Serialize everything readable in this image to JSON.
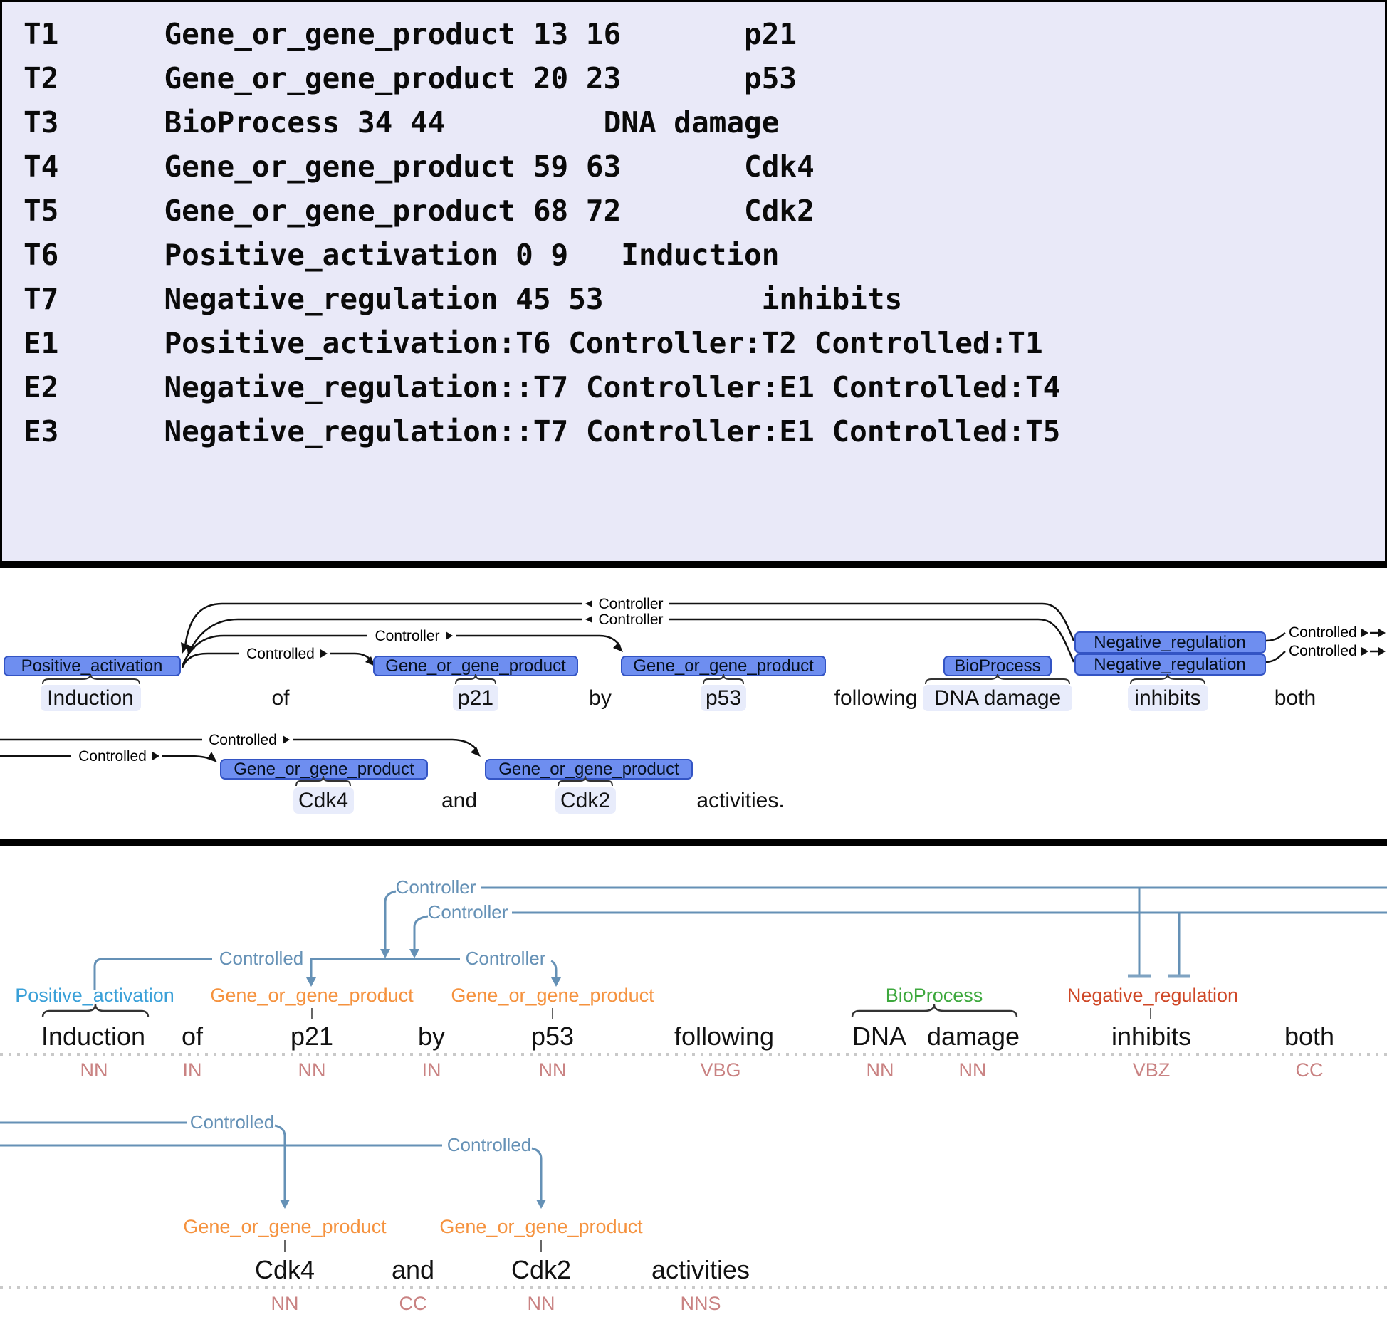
{
  "colors": {
    "top_panel_bg": "#e9e9f8",
    "entity_box_fill": "#6e8ef0",
    "entity_box_border": "#3354c4",
    "token_highlight": "#e8ecfb",
    "arc_black": "#111111",
    "arc_blue": "#6591b6",
    "positive_activation": "#3aa0d8",
    "gene_or_gene_product": "#f5923e",
    "bioprocess": "#3da83d",
    "negative_regulation": "#cf4726",
    "pos_tag": "#c98282"
  },
  "top": {
    "lines": [
      "T1      Gene_or_gene_product 13 16       p21",
      "T2      Gene_or_gene_product 20 23       p53",
      "T3      BioProcess 34 44         DNA damage",
      "T4      Gene_or_gene_product 59 63       Cdk4",
      "T5      Gene_or_gene_product 68 72       Cdk2",
      "T6      Positive_activation 0 9   Induction",
      "T7      Negative_regulation 45 53         inhibits",
      "E1      Positive_activation:T6 Controller:T2 Controlled:T1",
      "E2      Negative_regulation::T7 Controller:E1 Controlled:T4",
      "E3      Negative_regulation::T7 Controller:E1 Controlled:T5"
    ]
  },
  "mid": {
    "labels": {
      "controller": "Controller",
      "controlled": "Controlled"
    },
    "entities": {
      "positive_activation": "Positive_activation",
      "gene_or_gene_product": "Gene_or_gene_product",
      "bioprocess": "BioProcess",
      "negative_regulation": "Negative_regulation"
    },
    "row1_tokens": {
      "t0": "Induction",
      "t1": "of",
      "t2": "p21",
      "t3": "by",
      "t4": "p53",
      "t5": "following",
      "t6": "DNA damage",
      "t7": "inhibits",
      "t8": "both"
    },
    "row2_tokens": {
      "t0": "Cdk4",
      "t1": "and",
      "t2": "Cdk2",
      "t3": "activities."
    }
  },
  "bottom": {
    "labels": {
      "controller": "Controller",
      "controlled": "Controlled"
    },
    "entities": {
      "positive_activation": "Positive_activation",
      "gene_or_gene_product": "Gene_or_gene_product",
      "bioprocess": "BioProcess",
      "negative_regulation": "Negative_regulation"
    },
    "s1_tokens": [
      "Induction",
      "of",
      "p21",
      "by",
      "p53",
      "following",
      "DNA",
      "damage",
      "inhibits",
      "both"
    ],
    "s1_pos": [
      "NN",
      "IN",
      "NN",
      "IN",
      "NN",
      "VBG",
      "NN",
      "NN",
      "VBZ",
      "CC"
    ],
    "s2_tokens": [
      "Cdk4",
      "and",
      "Cdk2",
      "activities"
    ],
    "s2_pos": [
      "NN",
      "CC",
      "NN",
      "NNS"
    ]
  }
}
